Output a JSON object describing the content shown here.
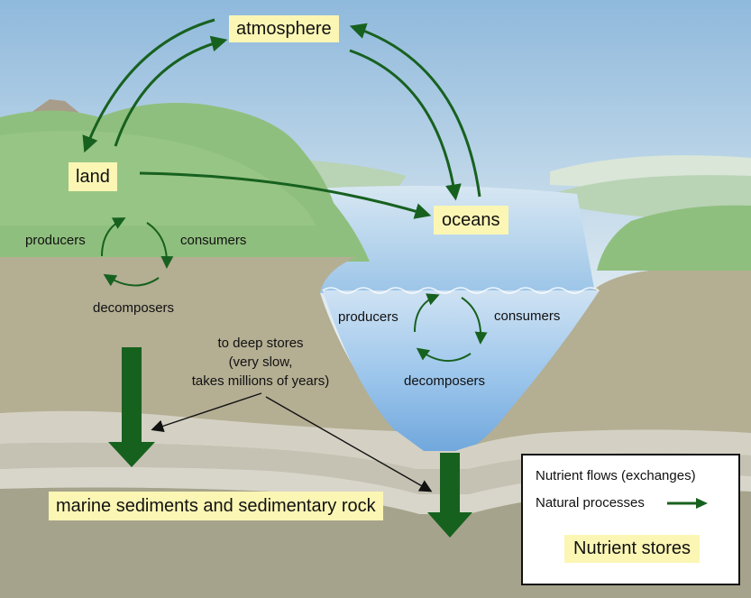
{
  "stores": {
    "atmosphere": "atmosphere",
    "land": "land",
    "oceans": "oceans",
    "sediments": "marine sediments and sedimentary rock"
  },
  "land_cycle": {
    "producers": "producers",
    "consumers": "consumers",
    "decomposers": "decomposers"
  },
  "ocean_cycle": {
    "producers": "producers",
    "consumers": "consumers",
    "decomposers": "decomposers"
  },
  "deep_stores_note": {
    "line1": "to deep stores",
    "line2": "(very slow,",
    "line3": "takes millions of years)"
  },
  "legend": {
    "flows_title": "Nutrient flows (exchanges)",
    "processes_label": "Natural processes",
    "stores_label": "Nutrient stores"
  },
  "colors": {
    "arrow": "#17611f",
    "store_bg": "#fbf6b4",
    "sky": "#cfe3ef",
    "land": "#8fbf7e",
    "soil": "#b0ab90",
    "water": "#9fc8ec"
  }
}
